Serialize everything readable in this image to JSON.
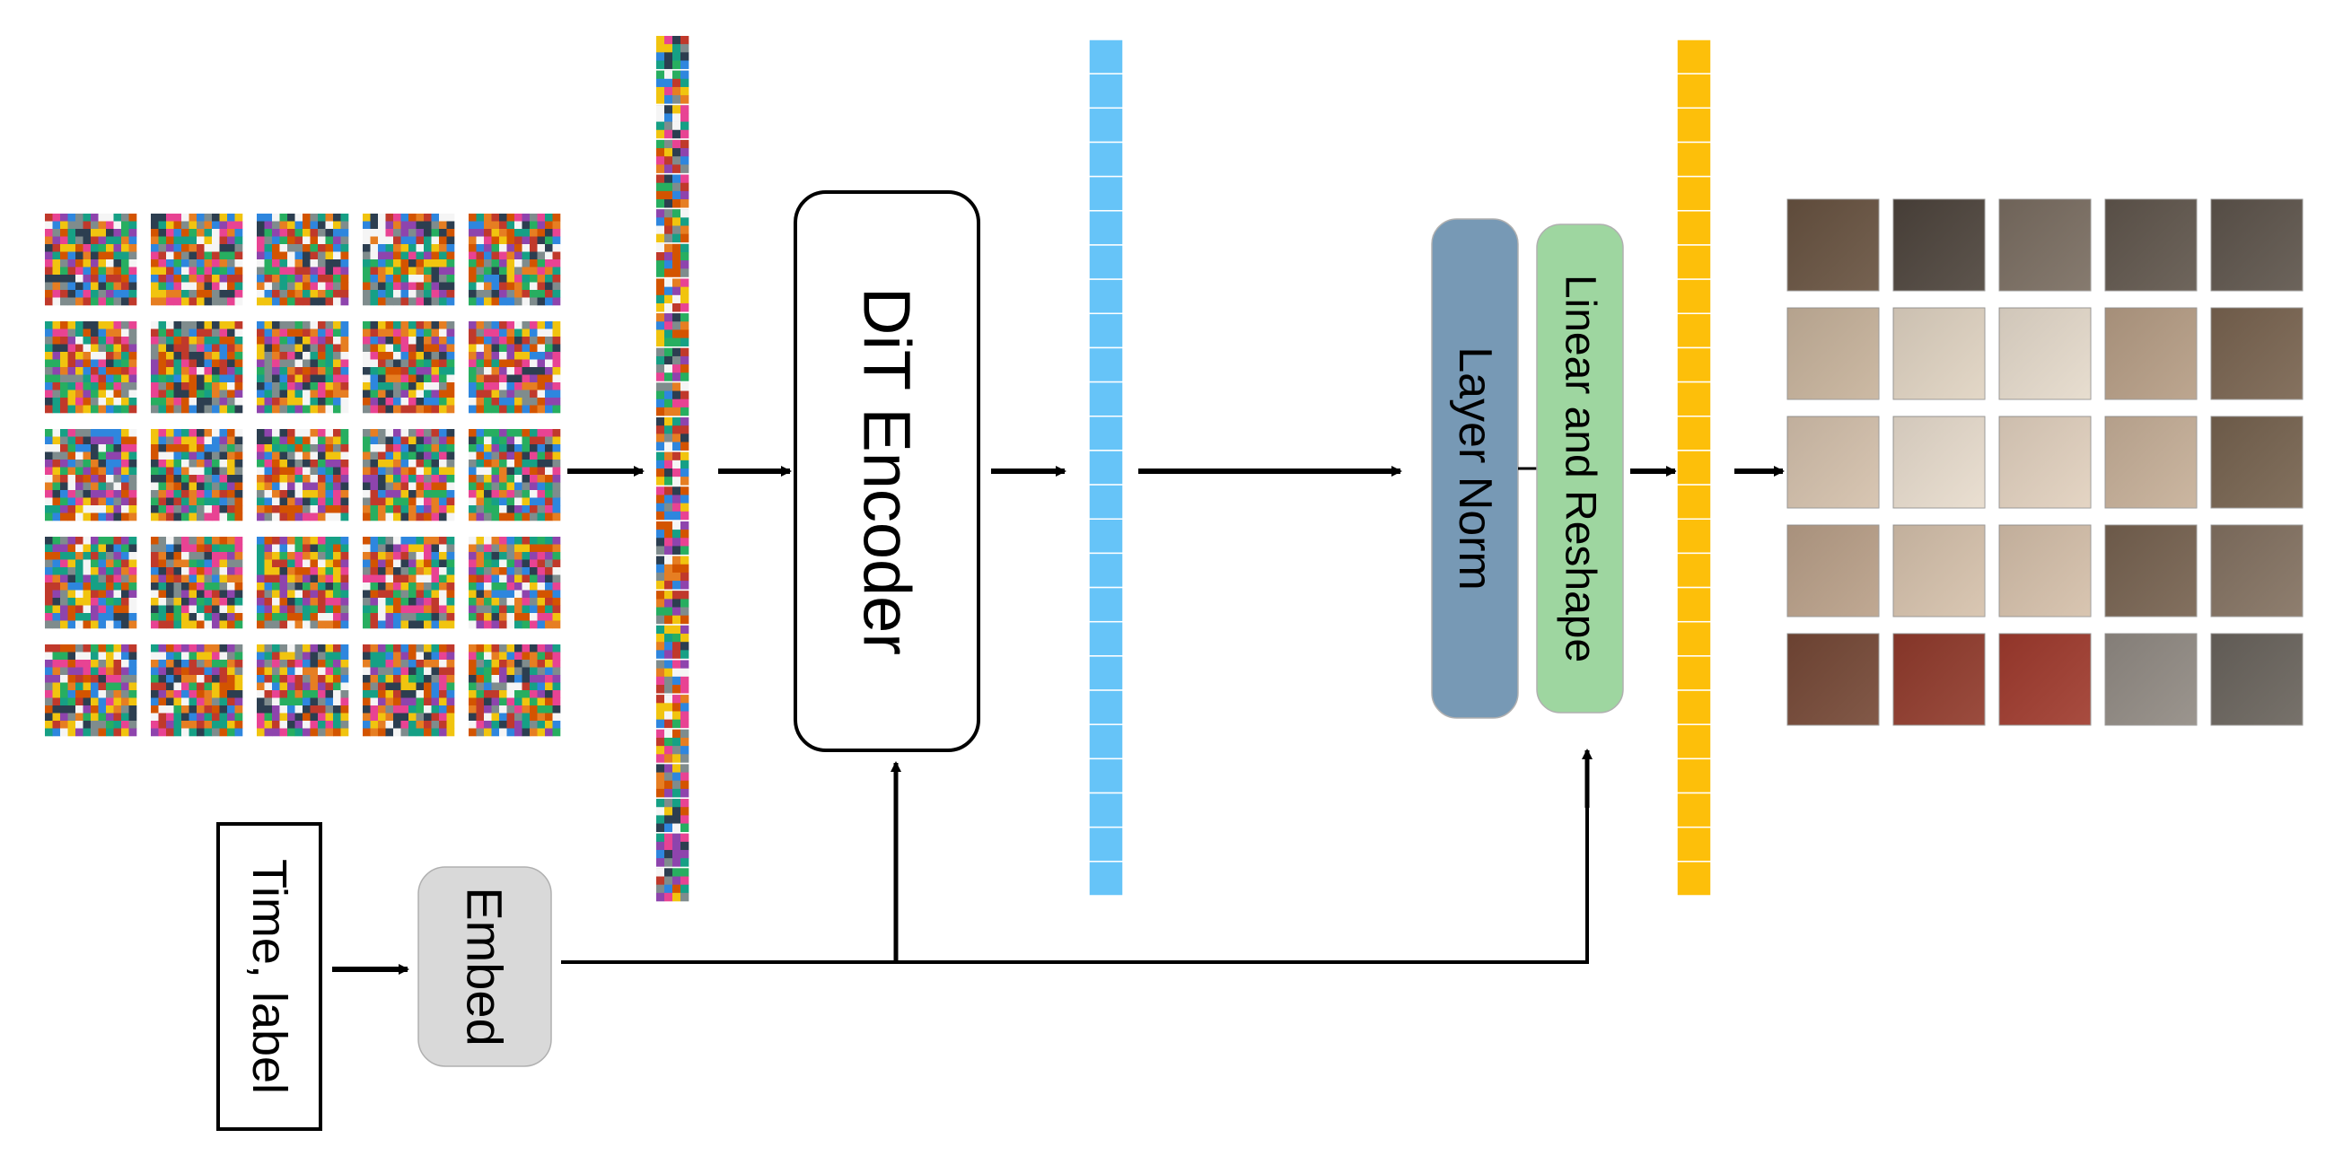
{
  "diagram": {
    "blocks": {
      "dit_encoder": "DiT Encoder",
      "layer_norm": "Layer Norm",
      "linear_reshape": "Linear and Reshape",
      "embed": "Embed",
      "time_label": "Time, label"
    },
    "colors": {
      "layer_norm_fill": "#7799b5",
      "linear_reshape_fill": "#9ed6a0",
      "embed_fill": "#d9d9d9",
      "token_blue": "#66c4f8",
      "token_orange": "#fdbf0a",
      "stroke": "#000000"
    },
    "grids": {
      "noise_input": {
        "rows": 5,
        "cols": 5
      },
      "output_image": {
        "rows": 5,
        "cols": 5
      }
    },
    "token_columns": {
      "noise_patches": 25,
      "encoded_tokens": 25,
      "output_tokens": 25
    }
  }
}
